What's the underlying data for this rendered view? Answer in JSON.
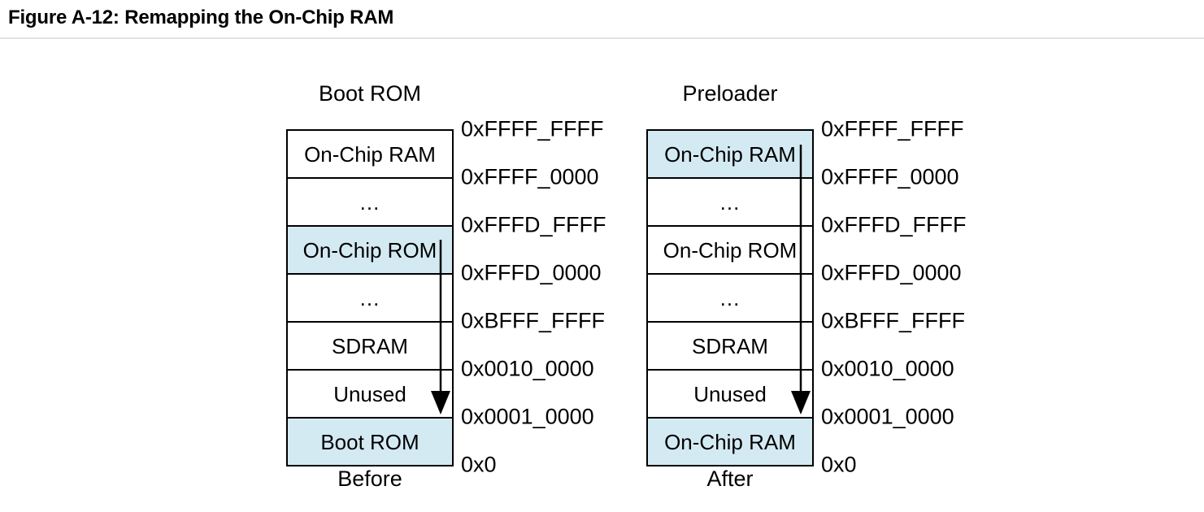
{
  "figure": {
    "title": "Figure A-12: Remapping the On-Chip RAM"
  },
  "diagrams": [
    {
      "id": "before",
      "title": "Boot ROM",
      "caption": "Before",
      "rows": [
        {
          "label": "On-Chip RAM",
          "highlight": true
        },
        {
          "label": "...",
          "highlight": false
        },
        {
          "label": "On-Chip ROM",
          "highlight": true
        },
        {
          "label": "...",
          "highlight": false
        },
        {
          "label": "SDRAM",
          "highlight": false
        },
        {
          "label": "Unused",
          "highlight": false
        },
        {
          "label": "Boot ROM",
          "highlight": true
        }
      ],
      "addresses": [
        "0xFFFF_FFFF",
        "0xFFFF_0000",
        "0xFFFD_FFFF",
        "0xFFFD_0000",
        "0xBFFF_FFFF",
        "0x0010_0000",
        "0x0001_0000",
        "0x0"
      ],
      "arrow": {
        "from_row": 2,
        "to_row": 6,
        "direction": "down"
      }
    },
    {
      "id": "after",
      "title": "Preloader",
      "caption": "After",
      "rows": [
        {
          "label": "On-Chip RAM",
          "highlight": true
        },
        {
          "label": "...",
          "highlight": false
        },
        {
          "label": "On-Chip ROM",
          "highlight": false
        },
        {
          "label": "...",
          "highlight": false
        },
        {
          "label": "SDRAM",
          "highlight": false
        },
        {
          "label": "Unused",
          "highlight": false
        },
        {
          "label": "On-Chip RAM",
          "highlight": true
        }
      ],
      "addresses": [
        "0xFFFF_FFFF",
        "0xFFFF_0000",
        "0xFFFD_FFFF",
        "0xFFFD_0000",
        "0xBFFF_FFFF",
        "0x0010_0000",
        "0x0001_0000",
        "0x0"
      ],
      "arrow": {
        "from_row": 0,
        "to_row": 6,
        "direction": "down"
      }
    }
  ],
  "colors": {
    "highlight_fill": "#d4eaf3",
    "border": "#000000",
    "rule": "#e2e2e2",
    "text": "#000000"
  }
}
